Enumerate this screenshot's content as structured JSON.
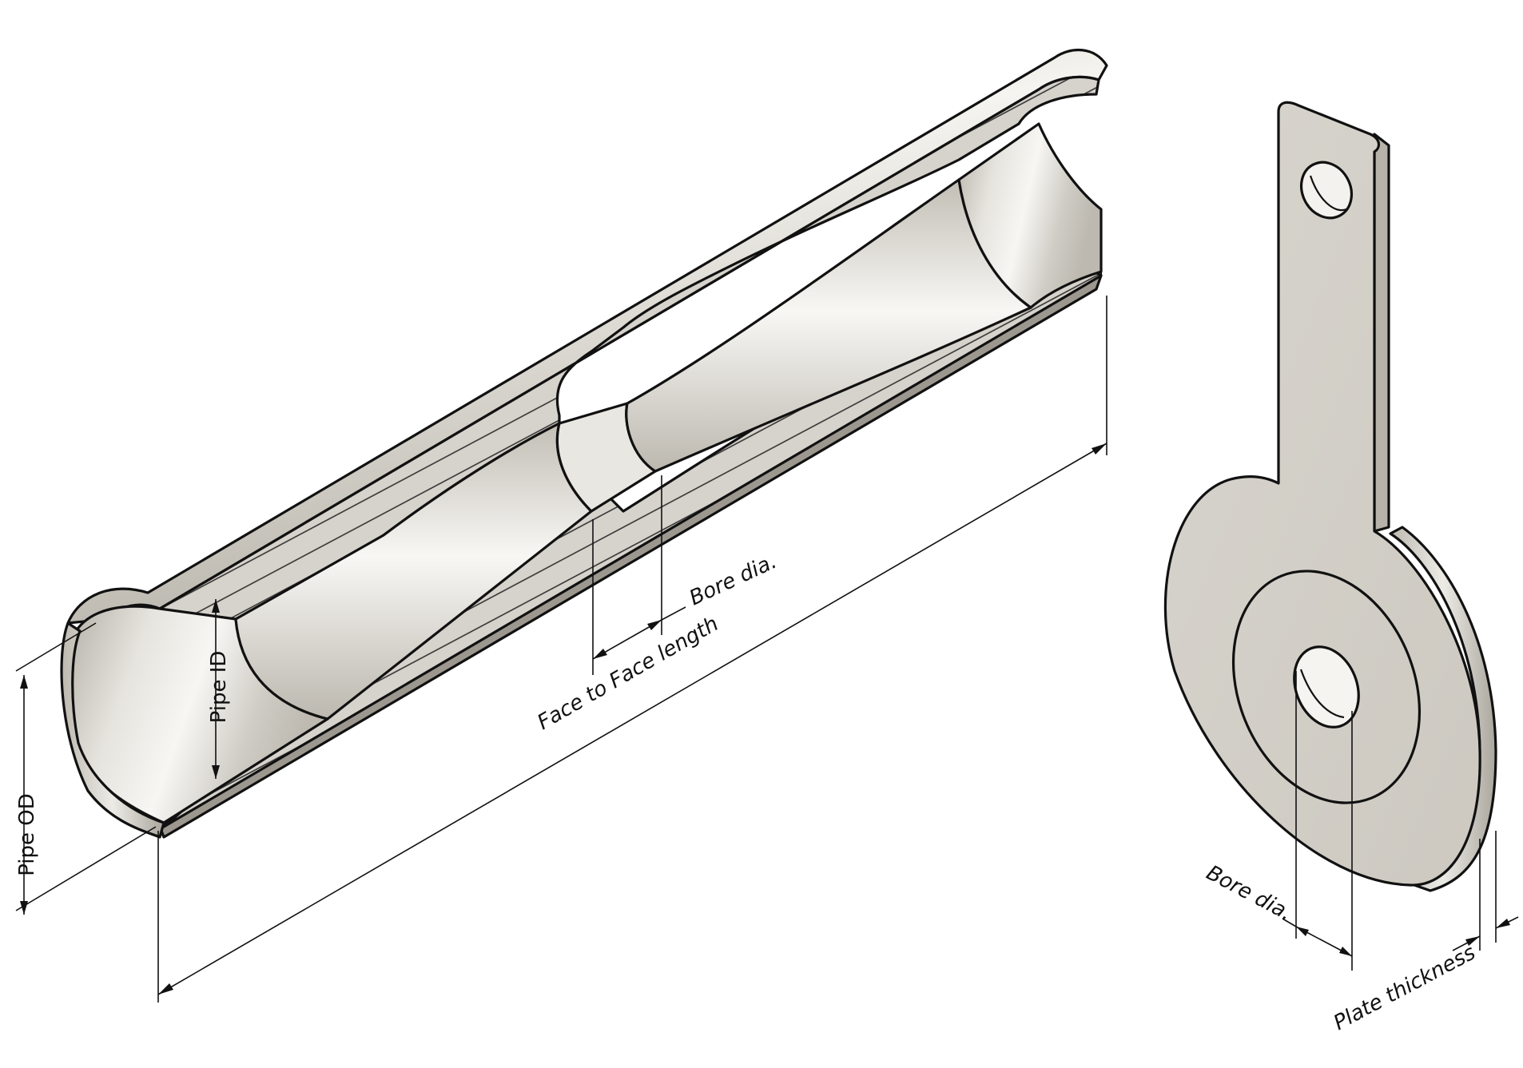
{
  "labels": {
    "pipe_od": "Pipe OD",
    "pipe_id": "Pipe ID",
    "face_to_face": "Face to Face length",
    "bore_dia_venturi": "Bore dia.",
    "bore_dia_plate": "Bore dia.",
    "plate_thickness": "Plate thickness"
  },
  "colors": {
    "metal": "#d9d6cf",
    "metal_light": "#f4f3ef",
    "metal_dark": "#a9a59c",
    "outline": "#111111",
    "background": "#ffffff"
  }
}
